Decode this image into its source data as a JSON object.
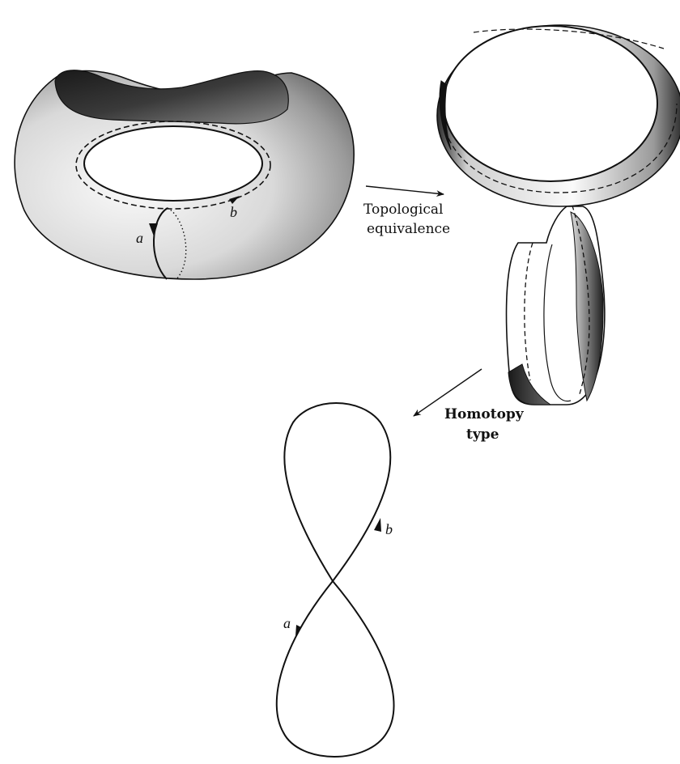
{
  "arrows": {
    "topological_line1": "Topological",
    "topological_line2": "equivalence",
    "homotopy_line1": "Homotopy",
    "homotopy_line2": "type"
  },
  "torus": {
    "loop_a": "a",
    "loop_b": "b"
  },
  "figure_eight": {
    "loop_a": "a",
    "loop_b": "b"
  },
  "colors": {
    "ink": "#111111",
    "shade_dark": "#2a2a2a",
    "shade_light": "#f2f2f2"
  }
}
